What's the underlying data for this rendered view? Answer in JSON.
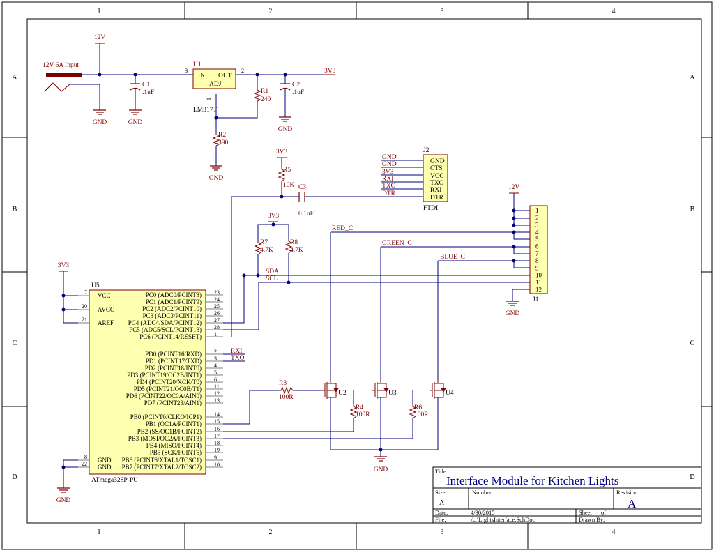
{
  "zones": {
    "columns": [
      "1",
      "2",
      "3",
      "4"
    ],
    "rows": [
      "A",
      "B",
      "C",
      "D"
    ]
  },
  "colors": {
    "wire": "#00007f",
    "component": "#7f0000",
    "pin": "#7f7f7f",
    "body_fill": "#ffffb0",
    "frame": "#000000"
  },
  "power": {
    "input_label": "12V 6A Input",
    "v12": "12V",
    "v12_j1": "12V",
    "v3v3_u1": "3V3",
    "v3v3_r5": "3V3",
    "v3v3_r7r8": "3V3",
    "v3v3_u5": "3V3",
    "gnd": "GND"
  },
  "u1": {
    "designator": "U1",
    "part": "LM317T",
    "pin_in": "IN",
    "pin_out": "OUT",
    "pin_adj": "ADJ",
    "pin_num_in": "3",
    "pin_num_out": "2",
    "pin_num_adj": "1"
  },
  "passives": {
    "c1": {
      "ref": "C1",
      "value": ".1uF"
    },
    "c2": {
      "ref": "C2",
      "value": ".1uF"
    },
    "c3": {
      "ref": "C3",
      "value": "0.1uF"
    },
    "r1": {
      "ref": "R1",
      "value": "240"
    },
    "r2": {
      "ref": "R2",
      "value": "390"
    },
    "r3": {
      "ref": "R3",
      "value": "100R"
    },
    "r4": {
      "ref": "R4",
      "value": "100R"
    },
    "r5": {
      "ref": "R5",
      "value": "10K"
    },
    "r6": {
      "ref": "R6",
      "value": "100R"
    },
    "r7": {
      "ref": "R7",
      "value": "4.7K"
    },
    "r8": {
      "ref": "R8",
      "value": "4.7K"
    }
  },
  "j2": {
    "designator": "J2",
    "part": "FTDI",
    "pins": [
      "GND",
      "CTS",
      "VCC",
      "TXO",
      "RXI",
      "DTR"
    ],
    "nets": [
      "GND",
      "GND",
      "3V3",
      "RXI",
      "TXO",
      "DTR"
    ]
  },
  "j1": {
    "designator": "J1",
    "pins": [
      "1",
      "2",
      "3",
      "4",
      "5",
      "6",
      "7",
      "8",
      "9",
      "10",
      "11",
      "12"
    ]
  },
  "nets": {
    "red": "RED_C",
    "green": "GREEN_C",
    "blue": "BLUE_C",
    "sda": "SDA",
    "scl": "SCL",
    "rxi": "RXI",
    "txo": "TXO"
  },
  "u5": {
    "designator": "U5",
    "part": "ATmega328P-PU",
    "left_pins": [
      {
        "name": "VCC",
        "num": "7"
      },
      {
        "name": "AVCC",
        "num": "20"
      },
      {
        "name": "AREF",
        "num": "21"
      },
      {
        "name": "GND",
        "num": "8"
      },
      {
        "name": "GND",
        "num": "22"
      }
    ],
    "right_pins": [
      {
        "name": "PC0 (ADC0/PCINT8)",
        "num": "23"
      },
      {
        "name": "PC1 (ADC1/PCINT9)",
        "num": "24"
      },
      {
        "name": "PC2 (ADC2/PCINT10)",
        "num": "25"
      },
      {
        "name": "PC3 (ADC3/PCINT11)",
        "num": "26"
      },
      {
        "name": "PC4 (ADC4/SDA/PCINT12)",
        "num": "27"
      },
      {
        "name": "PC5 (ADC5/SCL/PCINT13)",
        "num": "28"
      },
      {
        "name": "PC6 (PCINT14/RESET)",
        "num": "1"
      },
      {
        "name": "PD0 (PCINT16/RXD)",
        "num": "2"
      },
      {
        "name": "PD1 (PCINT17/TXD)",
        "num": "3"
      },
      {
        "name": "PD2 (PCINT18/INT0)",
        "num": "4"
      },
      {
        "name": "PD3 (PCINT19/OC2B/INT1)",
        "num": "5"
      },
      {
        "name": "PD4 (PCINT20/XCK/T0)",
        "num": "6"
      },
      {
        "name": "PD5 (PCINT21/OC0B/T1)",
        "num": "11"
      },
      {
        "name": "PD6 (PCINT22/OC0A/AIN0)",
        "num": "12"
      },
      {
        "name": "PD7 (PCINT23/AIN1)",
        "num": "13"
      },
      {
        "name": "PB0 (PCINT0/CLKO/ICP1)",
        "num": "14"
      },
      {
        "name": "PB1 (OC1A/PCINT1)",
        "num": "15"
      },
      {
        "name": "PB2 (SS/OC1B/PCINT2)",
        "num": "16"
      },
      {
        "name": "PB3 (MOSI/OC2A/PCINT3)",
        "num": "17"
      },
      {
        "name": "PB4 (MISO/PCINT4)",
        "num": "18"
      },
      {
        "name": "PB5 (SCK/PCINT5)",
        "num": "19"
      },
      {
        "name": "PB6 (PCINT6/XTAL1/TOSC1)",
        "num": "9"
      },
      {
        "name": "PB7 (PCINT7/XTAL2/TOSC2)",
        "num": "10"
      }
    ]
  },
  "mosfets": [
    "U2",
    "U3",
    "U4"
  ],
  "title_block": {
    "title_label": "Title",
    "title": "Interface Module for Kitchen Lights",
    "size_label": "Size",
    "size": "A",
    "number_label": "Number",
    "revision_label": "Revision",
    "revision": "A",
    "date_label": "Date:",
    "date": "4/30/2015",
    "file_label": "File:",
    "file": "\\\\..\\LightsInterface.SchDoc",
    "sheet_label": "Sheet",
    "of_label": "of",
    "drawn_by_label": "Drawn By:"
  }
}
